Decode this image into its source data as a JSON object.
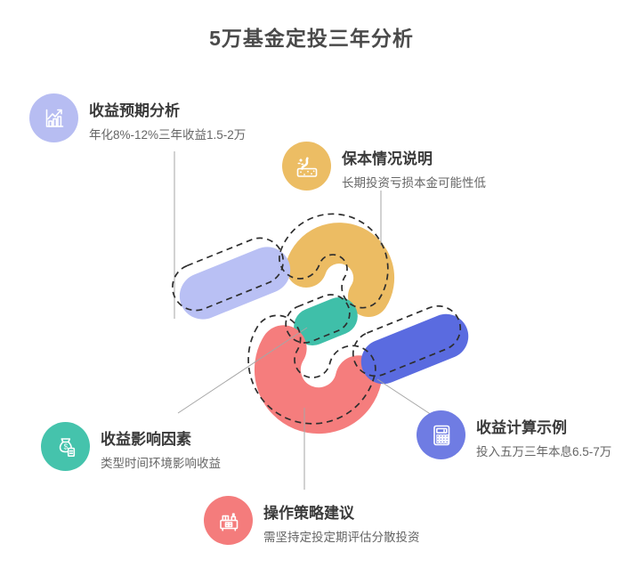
{
  "page": {
    "title": "5万基金定投三年分析",
    "background": "#ffffff"
  },
  "items": [
    {
      "title": "收益预期分析",
      "subtitle": "年化8%-12%三年收益1.5-2万",
      "color": "#b7bdf2",
      "icon": "trend-chart"
    },
    {
      "title": "保本情况说明",
      "subtitle": "长期投资亏损本金可能性低",
      "color": "#ecbd64",
      "icon": "sprout-soil"
    },
    {
      "title": "收益影响因素",
      "subtitle": "类型时间环境影响收益",
      "color": "#45c3ac",
      "icon": "money-bag"
    },
    {
      "title": "收益计算示例",
      "subtitle": "投入五万三年本息6.5-7万",
      "color": "#6f7ce3",
      "icon": "calculator"
    },
    {
      "title": "操作策略建议",
      "subtitle": "需坚持定投定期评估分散投资",
      "color": "#f47c7c",
      "icon": "cash-register"
    }
  ],
  "shapes": {
    "lavender_bar": "#b9c0f4",
    "orange_arc": "#ecbc63",
    "teal_bar": "#3fbfa9",
    "red_arc": "#f57d7d",
    "blue_bar": "#5a6be0",
    "outline": "#2e2e2e",
    "connector": "#a6a6a6"
  }
}
